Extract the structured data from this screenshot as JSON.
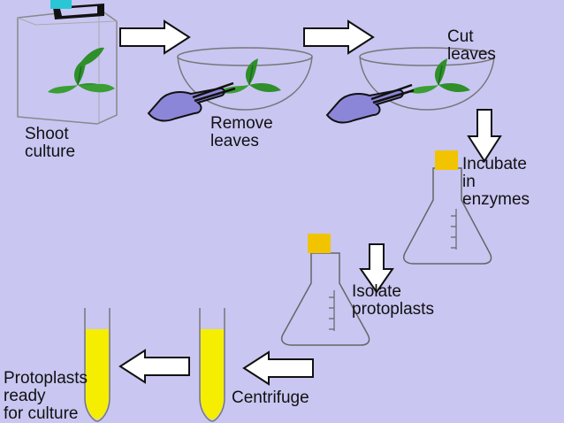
{
  "labels": {
    "shoot_culture": "Shoot\nculture",
    "remove_leaves": "Remove\nleaves",
    "cut_leaves": "Cut\nleaves",
    "incubate": "Incubate\nin\nenzymes",
    "isolate": "Isolate\nprotoplasts",
    "centrifuge": "Centrifuge",
    "ready": "Protoplasts\nready\nfor culture"
  },
  "colors": {
    "background": "#c9c6f2",
    "leaf": "#2f8f2a",
    "tube_liquid": "#f5ee00",
    "stopper": "#f2c400",
    "cap": "#29c6d6",
    "glove": "#8c86d8"
  }
}
